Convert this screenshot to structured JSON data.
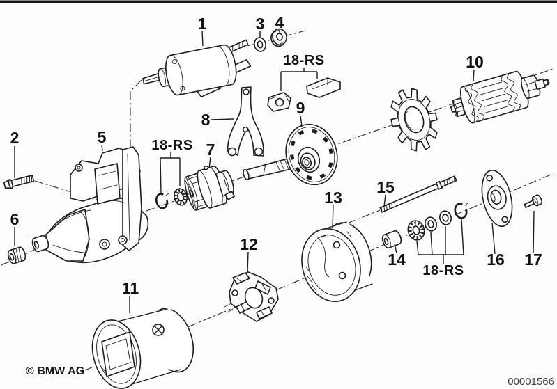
{
  "diagram": {
    "callouts": {
      "c1": "1",
      "c2": "2",
      "c3": "3",
      "c4": "4",
      "c5": "5",
      "c6": "6",
      "c7": "7",
      "c8": "8",
      "c9": "9",
      "c10": "10",
      "c11": "11",
      "c12": "12",
      "c13": "13",
      "c14": "14",
      "c15": "15",
      "c16": "16",
      "c17": "17",
      "c18_top": "18-RS",
      "c18_left": "18-RS",
      "c18_bottom": "18-RS"
    },
    "footer": {
      "copyright": "© BMW AG",
      "document_number": "00001566"
    }
  }
}
